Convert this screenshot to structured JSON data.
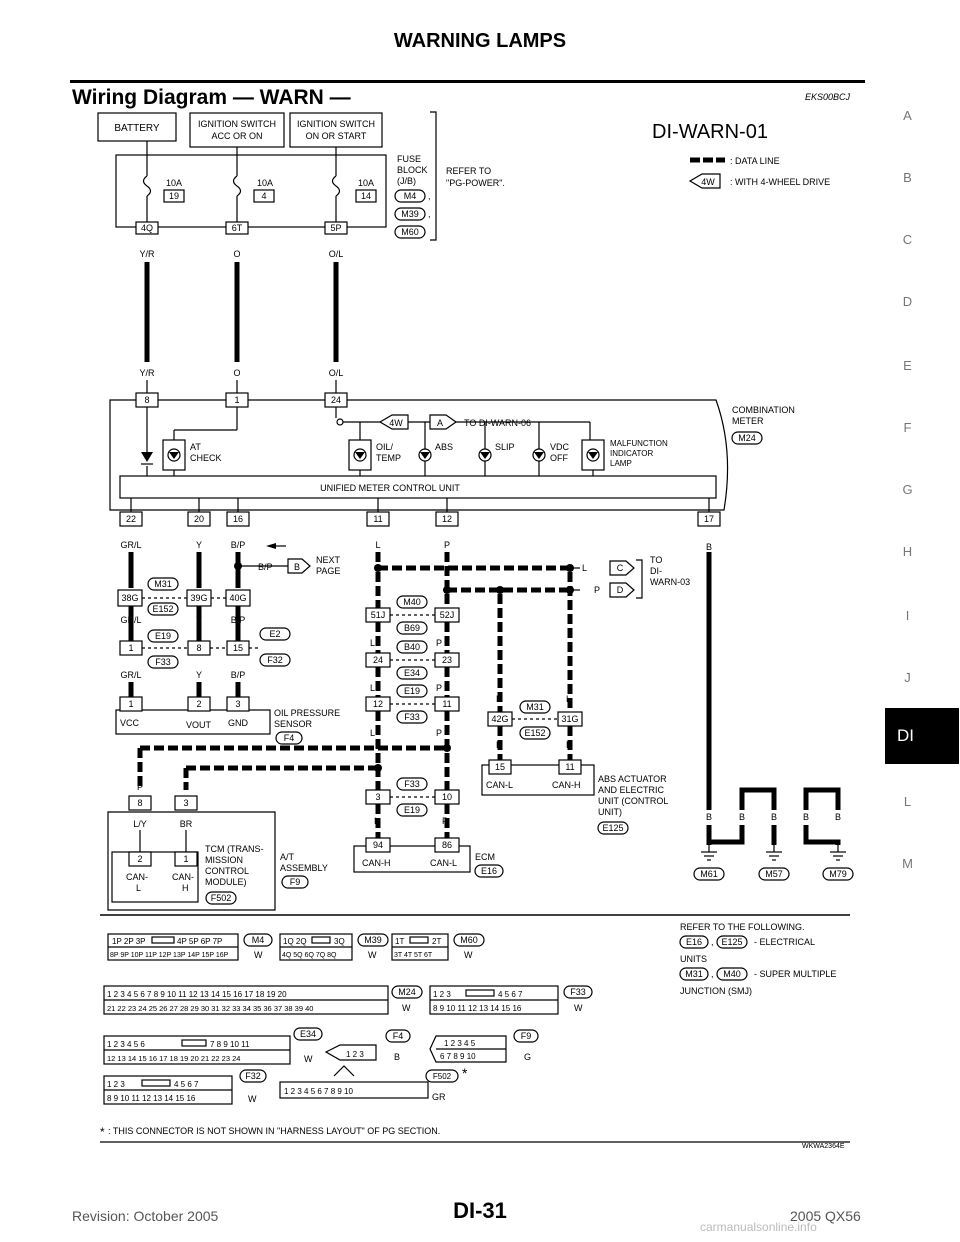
{
  "header": {
    "title": "WARNING LAMPS"
  },
  "section": {
    "title": "Wiring Diagram — WARN —",
    "code": "EKS00BCJ"
  },
  "side_tabs": [
    "A",
    "B",
    "C",
    "D",
    "E",
    "F",
    "G",
    "H",
    "I",
    "J",
    "DI",
    "L",
    "M"
  ],
  "active_tab": "DI",
  "diagram": {
    "id": "DI-WARN-01",
    "image_code": "WKWA2364E",
    "legend": {
      "data_line": ": DATA LINE",
      "badge_4w": "4W",
      "four_wheel": ": WITH 4-WHEEL DRIVE"
    },
    "power": {
      "battery": "BATTERY",
      "ign_acc_1": "IGNITION SWITCH",
      "ign_acc_2": "ACC OR ON",
      "ign_on_1": "IGNITION SWITCH",
      "ign_on_2": "ON OR START",
      "fuse_block": [
        "FUSE",
        "BLOCK",
        "(J/B)"
      ],
      "refer": [
        "REFER TO",
        "\"PG-POWER\"."
      ],
      "fuse_connectors": [
        "M4",
        "M39",
        "M60"
      ],
      "fuses": [
        {
          "amp": "10A",
          "num": "19",
          "pin": "4Q",
          "wire": "Y/R"
        },
        {
          "amp": "10A",
          "num": "4",
          "pin": "6T",
          "wire": "O"
        },
        {
          "amp": "10A",
          "num": "14",
          "pin": "5P",
          "wire": "O/L"
        }
      ]
    },
    "meter": {
      "title": [
        "COMBINATION",
        "METER"
      ],
      "connector": "M24",
      "top_pins": [
        "8",
        "1",
        "24"
      ],
      "top_wires": [
        "Y/R",
        "O",
        "O/L"
      ],
      "link_4w": "4W",
      "link_a": "A",
      "link_to": "TO DI-WARN-06",
      "lamps": {
        "at_check": [
          "AT",
          "CHECK"
        ],
        "oil": [
          "OIL/",
          "TEMP"
        ],
        "abs": "ABS",
        "slip": "SLIP",
        "vdc": [
          "VDC",
          "OFF"
        ],
        "mil": [
          "MALFUNCTION",
          "INDICATOR",
          "LAMP"
        ]
      },
      "umcu": "UNIFIED METER CONTROL UNIT",
      "bottom_pins": [
        "22",
        "20",
        "16",
        "11",
        "12",
        "17"
      ],
      "bottom_wires": [
        "GR/L",
        "Y",
        "B/P",
        "L",
        "P",
        "B"
      ]
    },
    "left_branch": {
      "next_page_wire": "B/P",
      "next_page_badge": "B",
      "next_page": [
        "NEXT",
        "PAGE"
      ],
      "j1_pins": [
        "38G",
        "39G",
        "40G"
      ],
      "j1_conn": [
        "M31",
        "E152"
      ],
      "j1_wires": [
        "GR/L",
        "Y",
        "B/P"
      ],
      "j2_pins": [
        "1",
        "8",
        "15"
      ],
      "j2_conn_left": [
        "E19",
        "F33"
      ],
      "j2_conn_right": [
        "E2",
        "F32"
      ],
      "j2_wires": [
        "GR/L",
        "Y",
        "B/P"
      ],
      "sensor_pins": [
        "1",
        "2",
        "3"
      ],
      "sensor_labels": [
        "VCC",
        "VOUT",
        "GND"
      ],
      "sensor_name": [
        "OIL PRESSURE",
        "SENSOR"
      ],
      "sensor_conn": "F4"
    },
    "can_chain": {
      "pairs": [
        {
          "left": "51J",
          "right": "52J",
          "conn": [
            "M40",
            "B69"
          ]
        },
        {
          "left": "24",
          "right": "23",
          "conn": [
            "B40",
            "E34"
          ]
        },
        {
          "left": "12",
          "right": "11",
          "conn": [
            "E19",
            "F33"
          ]
        },
        {
          "left": "3",
          "right": "10",
          "conn": [
            "F33",
            "E19"
          ]
        }
      ],
      "wire_l": "L",
      "wire_p": "P",
      "ecm_pins": [
        "94",
        "86"
      ],
      "ecm_labels": [
        "CAN-H",
        "CAN-L"
      ],
      "ecm_name": "ECM",
      "ecm_conn": "E16"
    },
    "to_warn03": {
      "l": "L",
      "p": "P",
      "c": "C",
      "d": "D",
      "label": [
        "TO",
        "DI-",
        "WARN-03"
      ]
    },
    "abs": {
      "pins_top": [
        "42G",
        "31G"
      ],
      "conn": [
        "M31",
        "E152"
      ],
      "pins": [
        "15",
        "11"
      ],
      "labels": [
        "CAN-L",
        "CAN-H"
      ],
      "name": [
        "ABS ACTUATOR",
        "AND ELECTRIC",
        "UNIT (CONTROL",
        "UNIT)"
      ],
      "unit_conn": "E125"
    },
    "tcm": {
      "pins_top": [
        "8",
        "3"
      ],
      "wires_top": [
        "P",
        "L"
      ],
      "wires": [
        "L/Y",
        "BR"
      ],
      "pins": [
        "2",
        "1"
      ],
      "labels": [
        "CAN-",
        "L",
        "CAN-",
        "H"
      ],
      "name": [
        "TCM (TRANS-",
        "MISSION",
        "CONTROL",
        "MODULE)"
      ],
      "tcm_conn": "F502",
      "assembly": [
        "A/T",
        "ASSEMBLY"
      ],
      "assembly_conn": "F9"
    },
    "grounds": {
      "wires": [
        "B",
        "B",
        "B",
        "B",
        "B"
      ],
      "conns": [
        "M61",
        "M57",
        "M79"
      ]
    },
    "connectors": {
      "m4": {
        "name": "M4",
        "color": "W",
        "row1": [
          "1P",
          "2P",
          "3P",
          "",
          "4P",
          "5P",
          "6P",
          "7P"
        ],
        "row2": [
          "8P",
          "9P",
          "10P",
          "11P",
          "12P",
          "13P",
          "14P",
          "15P",
          "16P"
        ]
      },
      "m39": {
        "name": "M39",
        "color": "W",
        "row1": [
          "1Q",
          "2Q",
          "",
          "3Q"
        ],
        "row2": [
          "4Q",
          "5Q",
          "6Q",
          "7Q",
          "8Q"
        ]
      },
      "m60": {
        "name": "M60",
        "color": "W",
        "row1": [
          "1T",
          "",
          "2T"
        ],
        "row2": [
          "3T",
          "4T",
          "5T",
          "6T"
        ]
      },
      "m24": {
        "name": "M24",
        "color": "W"
      },
      "f33": {
        "name": "F33",
        "color": "W"
      },
      "e34": {
        "name": "E34",
        "color": "W"
      },
      "f4": {
        "name": "F4",
        "color": "B"
      },
      "f9": {
        "name": "F9",
        "color": "G"
      },
      "f32": {
        "name": "F32",
        "color": "W"
      },
      "f502": {
        "name": "F502",
        "color": "GR",
        "star": "*"
      }
    },
    "refer": {
      "l1": "REFER TO THE FOLLOWING.",
      "e16": "E16",
      "e125": "E125",
      "l2": "- ELECTRICAL",
      "l3": "UNITS",
      "m31": "M31",
      "m40": "M40",
      "l4": "- SUPER MULTIPLE",
      "l5": "JUNCTION (SMJ)"
    },
    "footnote": ": THIS CONNECTOR IS NOT SHOWN IN \"HARNESS LAYOUT\" OF PG SECTION.",
    "footnote_star": "*"
  },
  "footer": {
    "revision": "Revision: October 2005",
    "page": "DI-31",
    "model": "2005 QX56",
    "watermark": "carmanualsonline.info"
  }
}
